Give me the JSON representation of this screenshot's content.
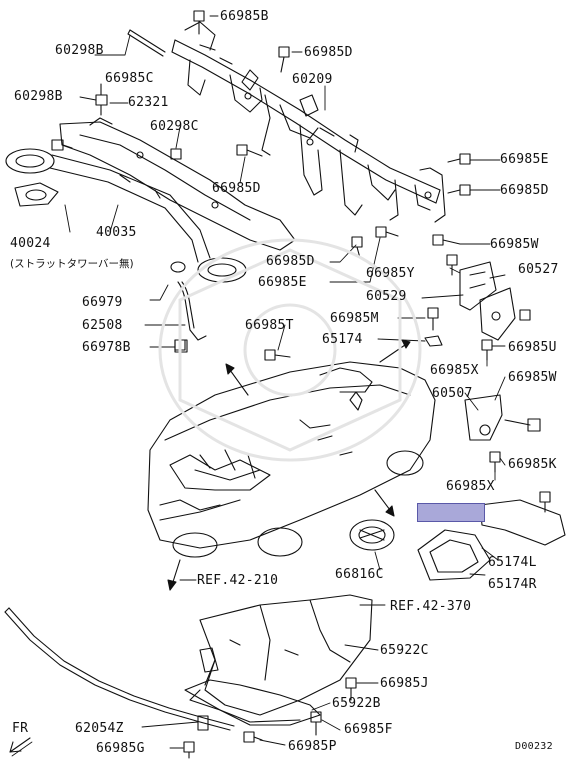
{
  "diagram_code": "D00232",
  "direction_marker": "FR",
  "highlight_color": "#a9a8d9",
  "labels": {
    "p66985B": "66985B",
    "p60298B_a": "60298B",
    "p66985D_a": "66985D",
    "p66985C": "66985C",
    "p60209": "60209",
    "p60298B_b": "60298B",
    "p62321": "62321",
    "p60298C": "60298C",
    "p66985D_b": "66985D",
    "p66985E_a": "66985E",
    "p66985D_c": "66985D",
    "p66985W_a": "66985W",
    "p40024": "40024",
    "p40024_note": "(ストラットタワーバー無)",
    "p40035": "40035",
    "p66985D_d": "66985D",
    "p66985E_b": "66985E",
    "p66985Y": "66985Y",
    "p60527": "60527",
    "p60529": "60529",
    "p66979": "66979",
    "p62508": "62508",
    "p66978B": "66978B",
    "p66985T": "66985T",
    "p66985M": "66985M",
    "p65174": "65174",
    "p66985U": "66985U",
    "p66985X_a": "66985X",
    "p66985W_b": "66985W",
    "p60507": "60507",
    "p66985K": "66985K",
    "p66985X_b": "66985X",
    "p65174L": "65174L",
    "p65174R": "65174R",
    "p66816C": "66816C",
    "ref42_210": "REF.42-210",
    "ref42_370": "REF.42-370",
    "p65922C": "65922C",
    "p66985J": "66985J",
    "p65922B": "65922B",
    "p66985F": "66985F",
    "p62054Z": "62054Z",
    "p66985G": "66985G",
    "p66985P": "66985P"
  }
}
